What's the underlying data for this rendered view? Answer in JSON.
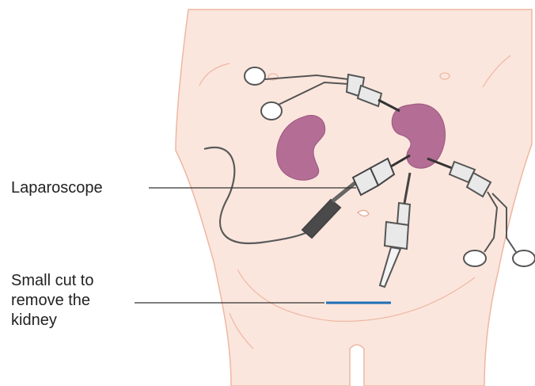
{
  "labels": {
    "laparoscope": "Laparoscope",
    "small_cut_lines": [
      "Small cut to",
      "remove the",
      "kidney"
    ]
  },
  "colors": {
    "body_fill": "#fbe6dd",
    "body_outline": "#eeb7a2",
    "kidney": "#b46d95",
    "kidney_outline": "#9a5880",
    "instrument_outline": "#555555",
    "instrument_fill": "#e9e9e9",
    "cable": "#5a5a5a",
    "incision": "#1f6fb5",
    "leader_line": "#333333"
  },
  "icons": {
    "left_kidney": "kidney-icon",
    "right_kidney": "kidney-icon",
    "upper_forceps": "grasping-forceps-icon",
    "right_forceps": "grasping-forceps-icon",
    "laparoscope": "laparoscope-camera-icon",
    "lower_instrument": "surgical-port-instrument-icon"
  }
}
